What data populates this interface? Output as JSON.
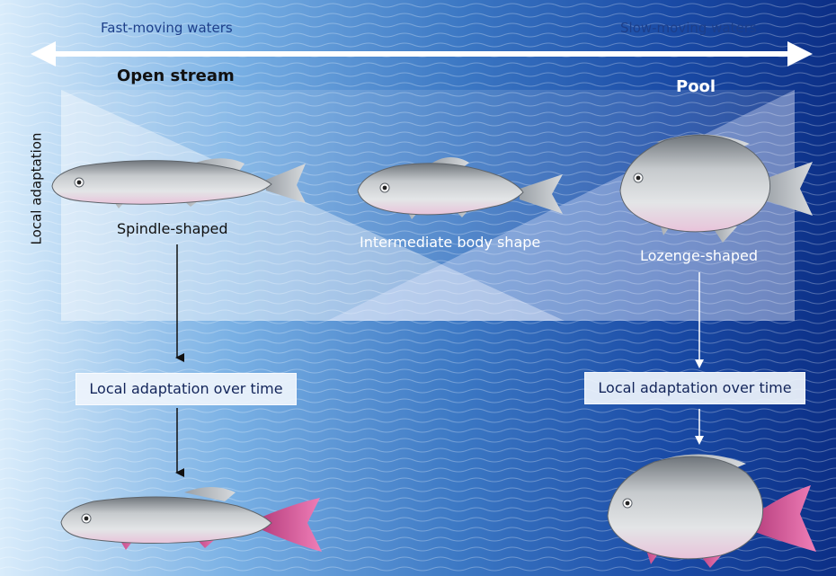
{
  "direction": {
    "left_label": "Fast-moving waters",
    "right_label": "Slow-moving waters"
  },
  "habitats": {
    "left": "Open stream",
    "right": "Pool"
  },
  "y_axis_label": "Local adaptation",
  "fish_labels": {
    "spindle": "Spindle-shaped",
    "intermediate": "Intermediate body shape",
    "lozenge": "Lozenge-shaped"
  },
  "time_boxes": {
    "left": "Local adaptation over time",
    "right": "Local adaptation over time"
  },
  "colors": {
    "water_light": "#d9ecfb",
    "water_mid": "#3c78c4",
    "water_dark": "#0c2f86",
    "fish_body": "#b9bdc2",
    "fish_belly_tint": "#e6b3d3",
    "adapted_fin": "#d85a9c"
  }
}
